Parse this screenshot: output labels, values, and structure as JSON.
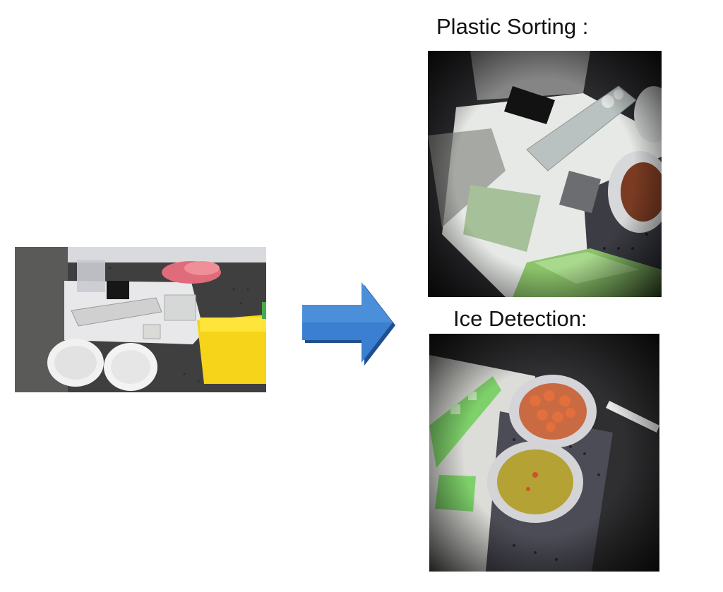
{
  "captions": {
    "plastic_sorting": "Plastic Sorting :",
    "ice_detection": "Ice Detection:"
  },
  "images": {
    "source": {
      "icon": "workspace-photo"
    },
    "plastic": {
      "icon": "plastic-sorting-photo"
    },
    "ice": {
      "icon": "ice-detection-photo"
    }
  },
  "colors": {
    "arrow_fill": "#3a7fd0",
    "arrow_shadow": "#1f4f8f",
    "caption_text": "#111111"
  }
}
